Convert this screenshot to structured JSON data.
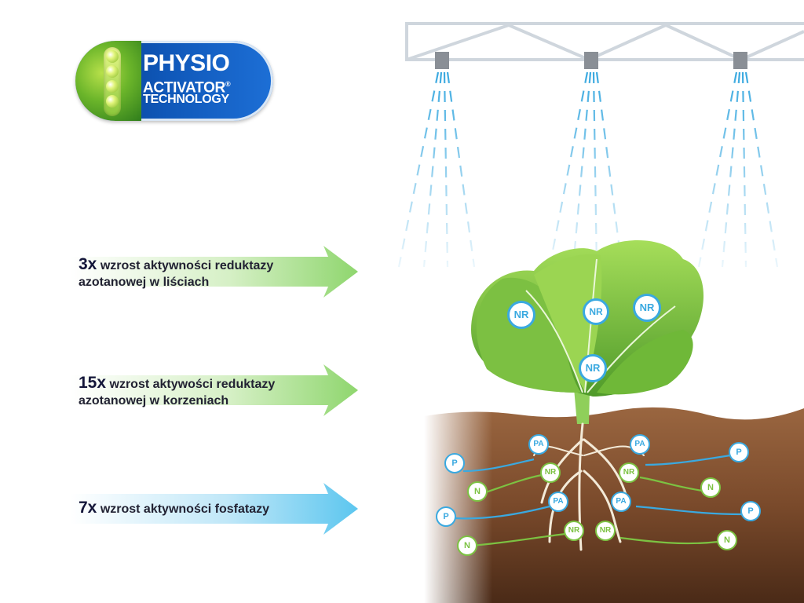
{
  "logo": {
    "line1": "PHYSIO",
    "line2": "ACTIVATOR",
    "registered": "®",
    "line3": "TECHNOLOGY"
  },
  "benefits": [
    {
      "multiplier": "3x",
      "line1": "wzrost aktywności reduktazy",
      "line2": "azotanowej w liściach",
      "color": "#8fd66e"
    },
    {
      "multiplier": "15x",
      "line1": "wzrost aktywości reduktazy",
      "line2": "azotanowej w korzeniach",
      "color": "#8fd66e"
    },
    {
      "multiplier": "7x",
      "line1": "wzrost aktywności fosfatazy",
      "line2": "",
      "color": "#5cc6ef"
    }
  ],
  "leaf_markers": [
    "NR",
    "NR",
    "NR",
    "NR"
  ],
  "root_markers": {
    "pa": [
      "PA",
      "PA",
      "PA",
      "PA"
    ],
    "nr": [
      "NR",
      "NR",
      "NR",
      "NR"
    ]
  },
  "soil_nutrients": [
    "P",
    "N",
    "P",
    "N",
    "P",
    "N",
    "P",
    "N"
  ],
  "colors": {
    "blue_marker": "#3aa9e0",
    "green_marker": "#7cc242",
    "soil": "#7a4a2b",
    "logo_blue": "#0f57b8"
  }
}
